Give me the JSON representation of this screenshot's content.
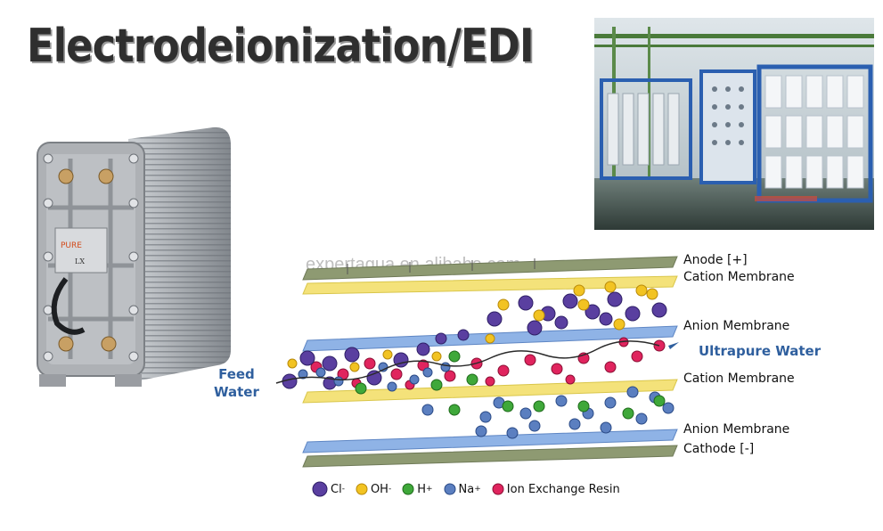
{
  "title": "Electrodeionization/EDI",
  "watermark": "expertagua.en.alibaba.com",
  "module_brand": "PURE",
  "module_model": "LX",
  "labels": {
    "anode": "Anode [+]",
    "cation1": "Cation Membrane",
    "anion1": "Anion Membrane",
    "ultrapure": "Ultrapure Water",
    "cation2": "Cation Membrane",
    "anion2": "Anion Membrane",
    "cathode": "Cathode [-]",
    "feed_line1": "Feed",
    "feed_line2": "Water"
  },
  "legend": [
    {
      "name": "Cl",
      "sup": "-"
    },
    {
      "name": "OH",
      "sup": "-"
    },
    {
      "name": "H",
      "sup": "+"
    },
    {
      "name": "Na",
      "sup": "+"
    },
    {
      "name": "Ion Exchange Resin",
      "sup": ""
    }
  ],
  "colors": {
    "cl": "#5a3fa0",
    "oh": "#f2c322",
    "h": "#3fa83a",
    "na": "#5b7fc0",
    "resin": "#e0245e",
    "electrode": "#8e9a72",
    "cation": "#f4e27a",
    "anion": "#8fb3e6"
  }
}
